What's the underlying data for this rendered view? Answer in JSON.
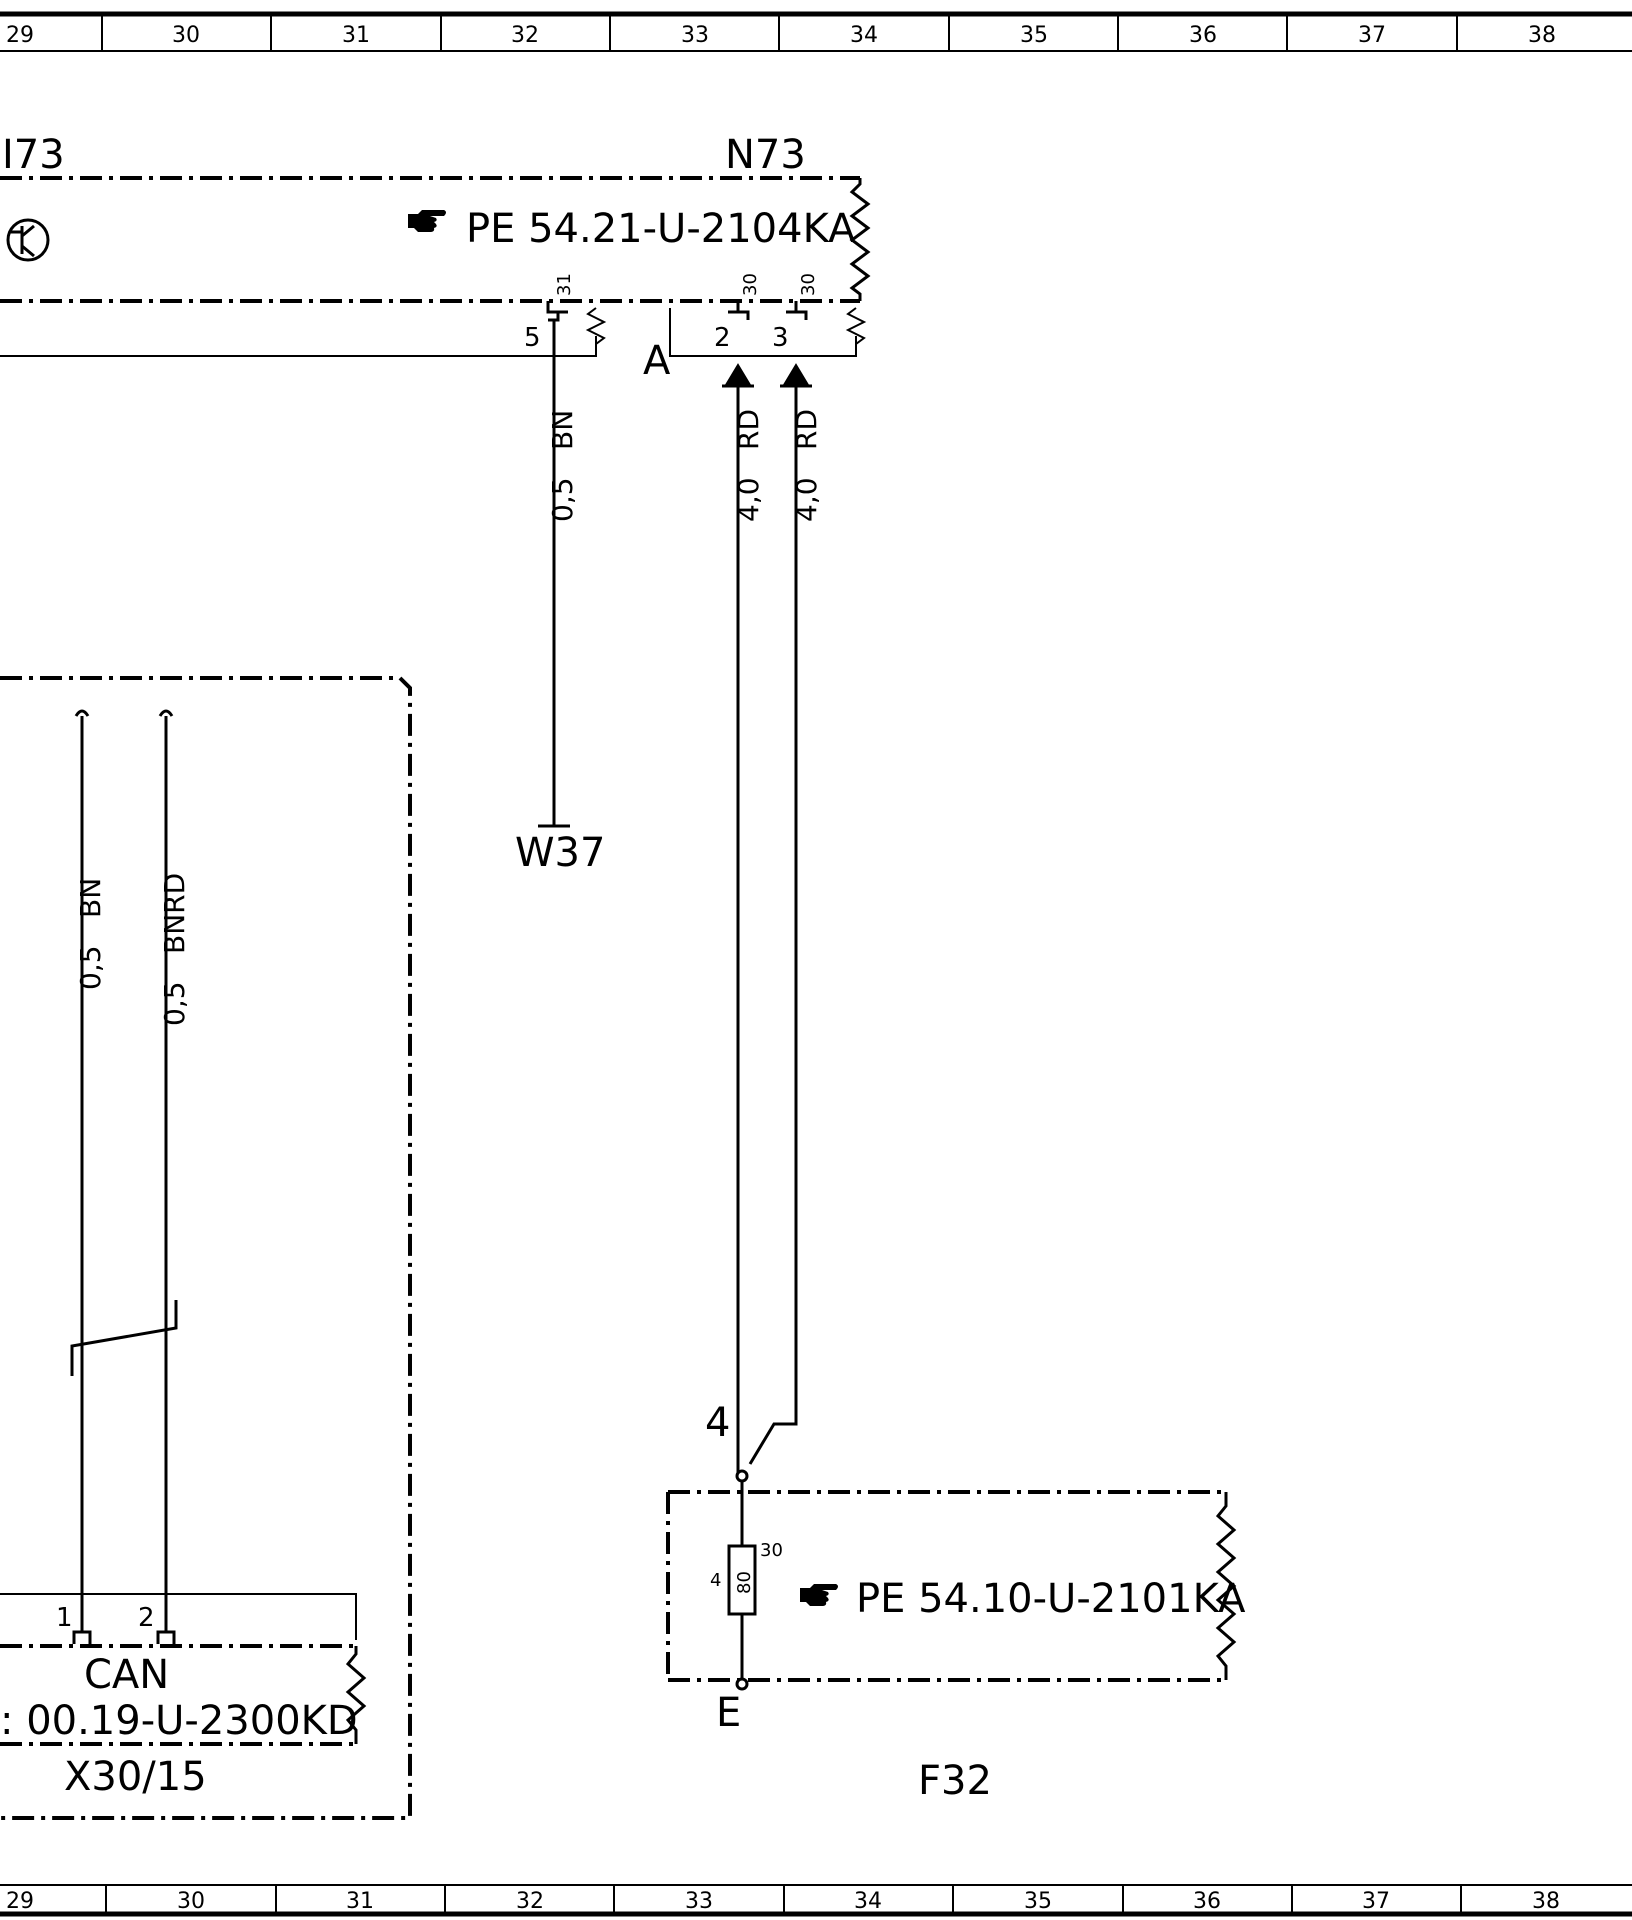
{
  "grid": {
    "top_columns": [
      "29",
      "30",
      "31",
      "32",
      "33",
      "34",
      "35",
      "36",
      "37",
      "38"
    ],
    "bottom_columns": [
      "29",
      "30",
      "31",
      "32",
      "33",
      "34",
      "35",
      "36",
      "37",
      "38"
    ]
  },
  "components": {
    "n173_partial": {
      "label": "I73"
    },
    "n73": {
      "label": "N73",
      "reference": "PE 54.21-U-2104KA",
      "connector_label": "A",
      "pins": [
        {
          "pin": "5",
          "terminal": "31"
        },
        {
          "pin": "2",
          "terminal": "30"
        },
        {
          "pin": "3",
          "terminal": "30"
        }
      ]
    },
    "w37": {
      "label": "W37"
    },
    "x30_15": {
      "label": "X30/15",
      "sublabel": "CAN",
      "reference": ": 00.19-U-2300KD",
      "pins": [
        "1",
        "2"
      ]
    },
    "f32": {
      "label": "F32",
      "reference": "PE 54.10-U-2101KA",
      "connector_label": "E",
      "pin_top": "4",
      "fuse_pin_left": "4",
      "fuse_value": "80",
      "fuse_terminal": "30"
    }
  },
  "wires": [
    {
      "id": "n73-w37",
      "size": "0,5",
      "color": "BN"
    },
    {
      "id": "n73-f32-a",
      "size": "4,0",
      "color": "RD"
    },
    {
      "id": "n73-f32-b",
      "size": "4,0",
      "color": "RD"
    },
    {
      "id": "can-1",
      "size": "0,5",
      "color": "BN"
    },
    {
      "id": "can-2",
      "size": "0,5",
      "color": "BNRD"
    }
  ],
  "icons": [
    "pointing-hand-icon",
    "transistor-icon",
    "plug-icon",
    "ground-icon"
  ]
}
